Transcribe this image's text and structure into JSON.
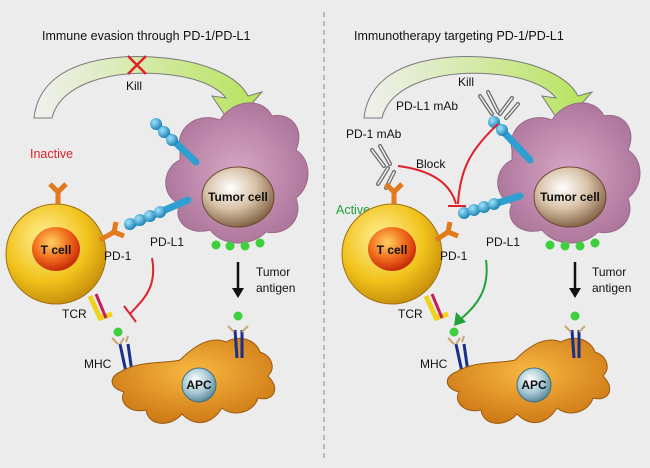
{
  "left": {
    "title": "Immune evasion through PD-1/PD-L1",
    "kill": "Kill",
    "status": "Inactive",
    "tumor_cell": "Tumor cell",
    "t_cell": "T cell",
    "pd1": "PD-1",
    "pdl1": "PD-L1",
    "tcr": "TCR",
    "mhc": "MHC",
    "apc": "APC",
    "tumor_antigen_1": "Tumor",
    "tumor_antigen_2": "antigen"
  },
  "right": {
    "title": "Immunotherapy targeting PD-1/PD-L1",
    "kill": "Kill",
    "pdl1_mab": "PD-L1 mAb",
    "pd1_mab": "PD-1 mAb",
    "block": "Block",
    "status": "Active",
    "tumor_cell": "Tumor cell",
    "t_cell": "T cell",
    "pd1": "PD-1",
    "pdl1": "PD-L1",
    "tcr": "TCR",
    "mhc": "MHC",
    "apc": "APC",
    "tumor_antigen_1": "Tumor",
    "tumor_antigen_2": "antigen"
  },
  "colors": {
    "background": "#ececec",
    "tumor_cell": "#b784a7",
    "t_cell_outer": "#f1c21b",
    "t_cell_inner": "#e8471b",
    "apc": "#d98a1f",
    "receptor": "#2e9fd0",
    "inhibit_red": "#e0202a",
    "activate_green": "#22a03a",
    "antigen_green": "#3cd03c"
  }
}
